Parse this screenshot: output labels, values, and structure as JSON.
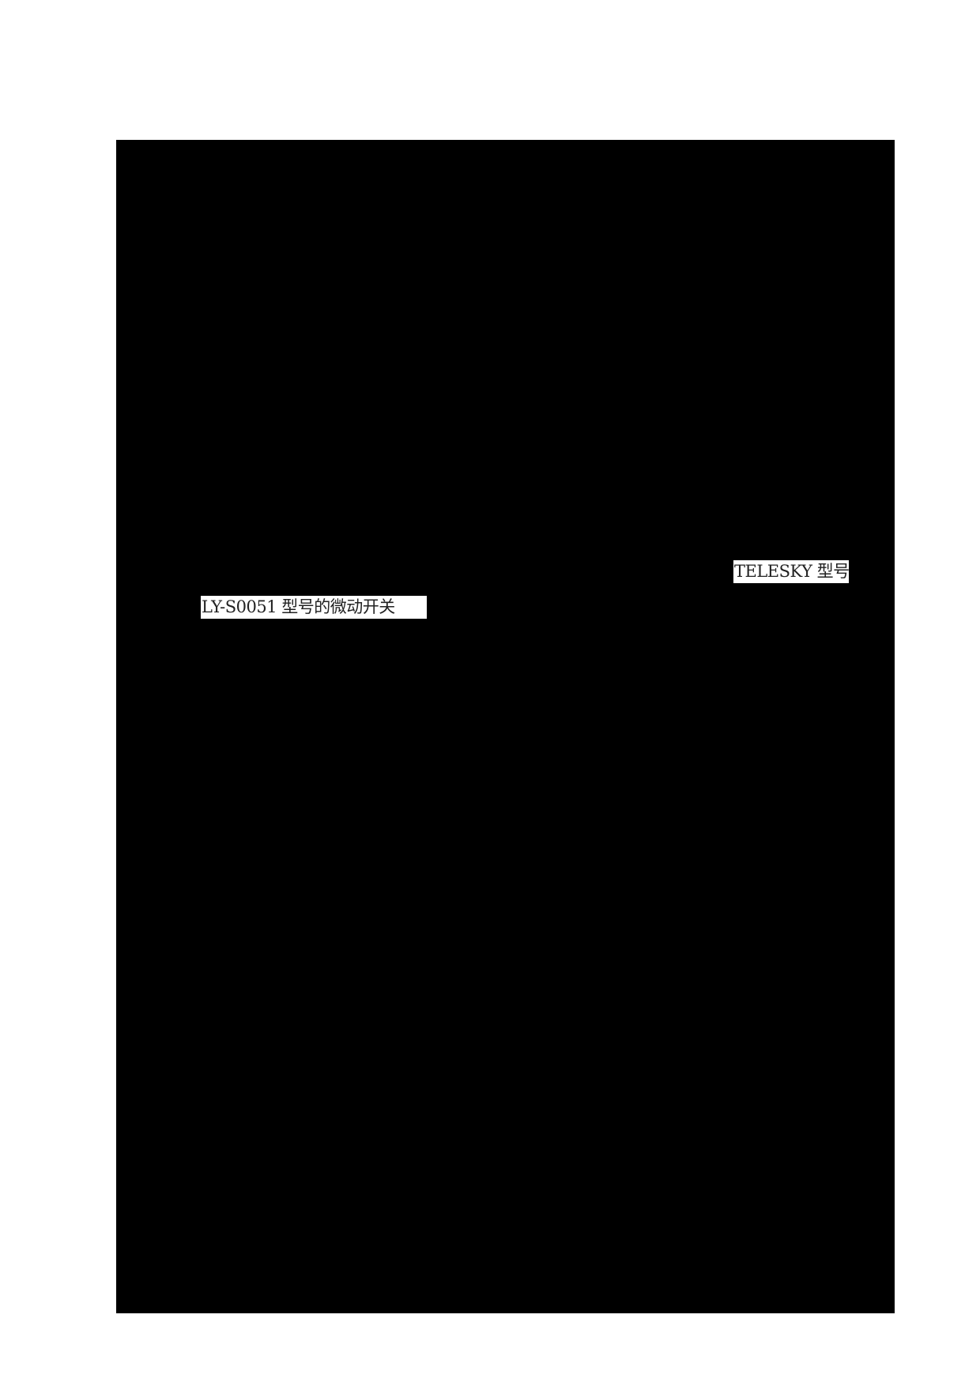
{
  "page": {
    "background": "#ffffff",
    "redaction_color": "#000000"
  },
  "visible_text": [
    {
      "id": "snippet-1",
      "text": "TELESKY 型号"
    },
    {
      "id": "snippet-2",
      "text": "LY-S0051 型号的微动开关"
    }
  ]
}
